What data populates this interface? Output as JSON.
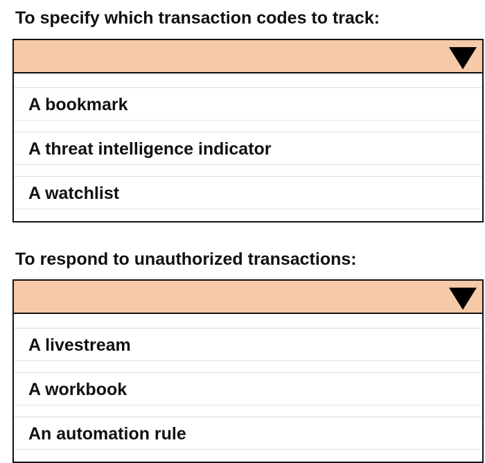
{
  "questions": [
    {
      "title": "To specify which transaction codes to track:",
      "selected": "",
      "options": [
        "A bookmark",
        "A threat intelligence indicator",
        "A watchlist"
      ]
    },
    {
      "title": "To respond to unauthorized transactions:",
      "selected": "",
      "options": [
        "A livestream",
        "A workbook",
        "An automation rule"
      ]
    }
  ],
  "colors": {
    "dropdown_header": "#f6c9a8",
    "border": "#111111"
  },
  "icons": {
    "dropdown": "triangle-down-icon"
  }
}
